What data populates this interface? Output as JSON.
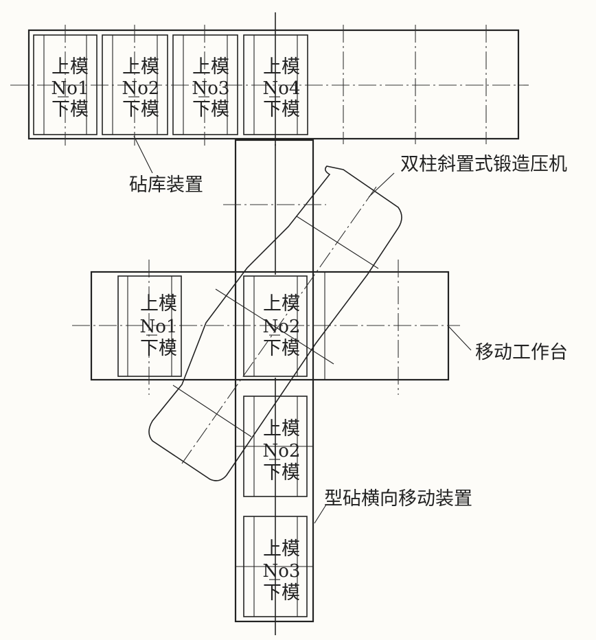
{
  "die_label_top": "上模",
  "die_label_bottom": "下模",
  "labels": {
    "anvil_library": "砧库装置",
    "press": "双柱斜置式锻造压机",
    "moving_table": "移动工作台",
    "transverse_device": "型砧横向移动装置"
  },
  "library_dies": [
    "No1",
    "No2",
    "No3",
    "No4"
  ],
  "table_dies": [
    "No1",
    "No2"
  ],
  "column_dies": [
    "No2",
    "No3"
  ]
}
